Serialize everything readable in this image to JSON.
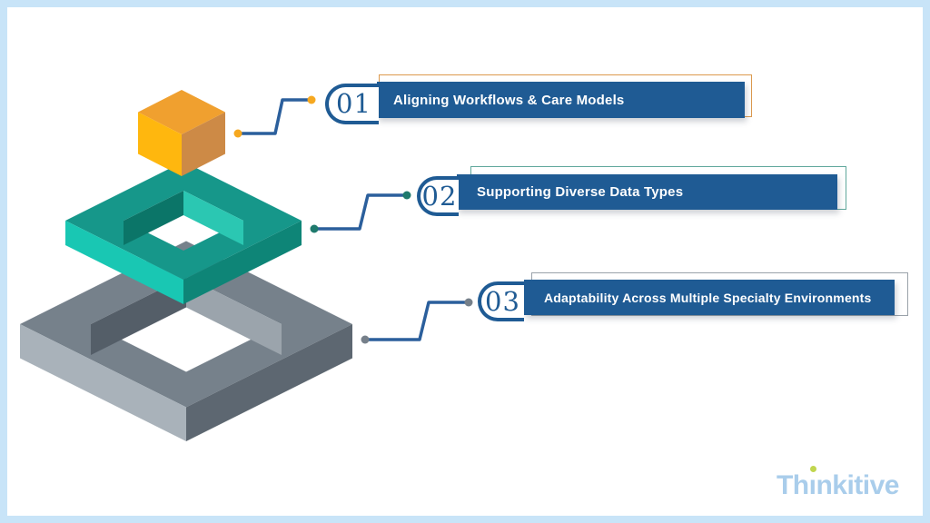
{
  "callouts": [
    {
      "number": "01",
      "label": "Aligning Workflows & Care Models",
      "accent": "#dc9a4e",
      "dot_color": "#f6a820"
    },
    {
      "number": "02",
      "label": "Supporting Diverse Data Types",
      "accent": "#5fa79b",
      "dot_color": "#1f7a6d"
    },
    {
      "number": "03",
      "label": "Adaptability Across Multiple Specialty Environments",
      "accent": "#9aa2aa",
      "dot_color": "#76808a"
    }
  ],
  "logo": {
    "text": "Thinkitive",
    "prefix": "Th",
    "dotless_i": "ı",
    "suffix": "nkitive"
  },
  "colors": {
    "page_border": "#c8e4f8",
    "primary_blue": "#1f5b94",
    "line_blue": "#2b5f9c",
    "bar_text": "#ffffff",
    "cube_top": "#f0a02f",
    "cube_left": "#ffb70e",
    "cube_right": "#cd8a46",
    "teal_top": "#16978a",
    "teal_sw": "#19c7b3",
    "teal_se": "#0e8577",
    "teal_inner_dark": "#0b7568",
    "teal_inner_light": "#2bc7b2",
    "gray_top": "#76818b",
    "gray_sw": "#a9b2ba",
    "gray_se": "#5d6771",
    "gray_inner_dark": "#545e68",
    "gray_inner_light": "#9ba4ac",
    "logo_blue": "#a9cdeb",
    "logo_dot": "#c1d64f"
  }
}
